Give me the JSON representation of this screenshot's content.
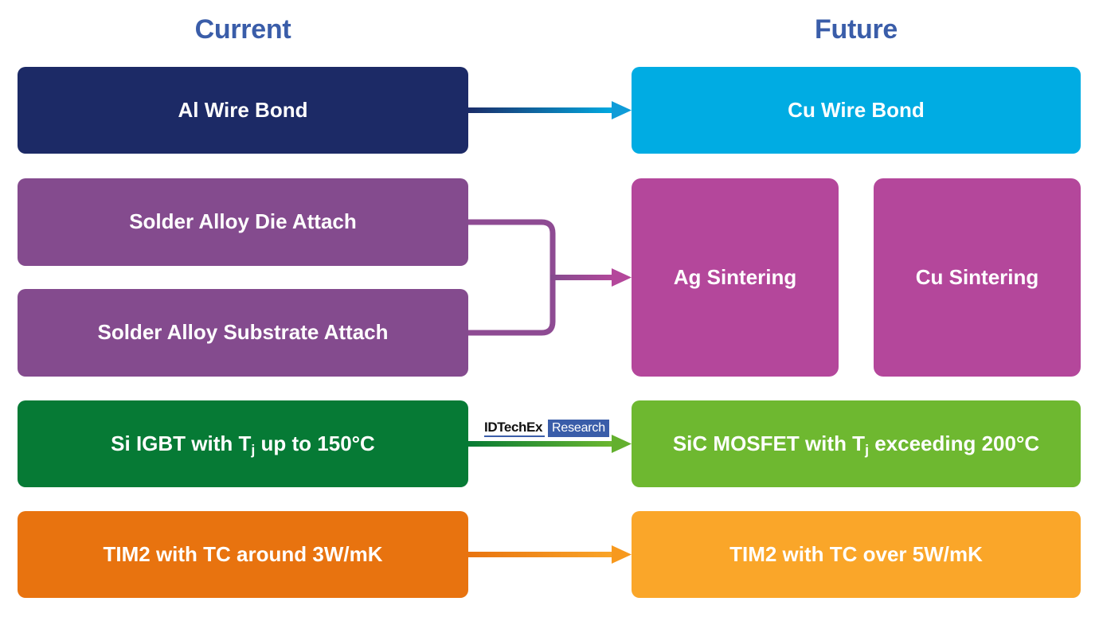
{
  "headers": {
    "current": "Current",
    "future": "Future",
    "title_color": "#3a5da9"
  },
  "rows": [
    {
      "id": "wire-bond",
      "current": {
        "label": "Al Wire Bond",
        "color": "#1c2a66"
      },
      "future": [
        {
          "label": "Cu Wire Bond",
          "color": "#00ace3"
        }
      ],
      "arrow": {
        "type": "straight",
        "from_color": "#1c2a66",
        "to_color": "#00ace3"
      }
    },
    {
      "id": "die-attach",
      "current": [
        {
          "label": "Solder Alloy Die Attach",
          "color": "#844b8e"
        },
        {
          "label": "Solder Alloy Substrate Attach",
          "color": "#844b8e"
        }
      ],
      "future": [
        {
          "label": "Ag Sintering",
          "color": "#b4479b"
        },
        {
          "label": "Cu Sintering",
          "color": "#b4479b"
        }
      ],
      "arrow": {
        "type": "merge-bracket",
        "from_color": "#844b8e",
        "to_color": "#b4479b"
      }
    },
    {
      "id": "device",
      "current": {
        "label_pre": "Si IGBT with T",
        "label_sub": "j",
        "label_post": " up to 150°C",
        "color": "#067a35"
      },
      "future": [
        {
          "label_pre": "SiC MOSFET with T",
          "label_sub": "j",
          "label_post": " exceeding 200°C",
          "color": "#6eb830"
        }
      ],
      "arrow": {
        "type": "straight",
        "from_color": "#067a35",
        "to_color": "#6eb830"
      }
    },
    {
      "id": "tim2",
      "current": {
        "label": "TIM2 with TC around 3W/mK",
        "color": "#e8730f"
      },
      "future": [
        {
          "label": "TIM2 with TC over 5W/mK",
          "color": "#faa629"
        }
      ],
      "arrow": {
        "type": "straight",
        "from_color": "#e8730f",
        "to_color": "#faa629"
      }
    }
  ],
  "nodes": {
    "al_wire_bond": "Al Wire Bond",
    "cu_wire_bond": "Cu Wire Bond",
    "solder_die_attach": "Solder Alloy Die Attach",
    "solder_substrate_attach": "Solder Alloy Substrate Attach",
    "ag_sintering": "Ag Sintering",
    "cu_sintering": "Cu Sintering",
    "si_igbt_pre": "Si IGBT with T",
    "si_igbt_sub": "j",
    "si_igbt_post": " up to 150°C",
    "sic_mosfet_pre": "SiC MOSFET with T",
    "sic_mosfet_sub": "j",
    "sic_mosfet_post": " exceeding 200°C",
    "tim2_current": "TIM2 with TC around 3W/mK",
    "tim2_future": "TIM2 with TC over 5W/mK"
  },
  "colors": {
    "al_wire_bond": "#1c2a66",
    "cu_wire_bond": "#00ace3",
    "solder_purple": "#844b8e",
    "sintering_magenta": "#b4479b",
    "si_igbt_green": "#067a35",
    "sic_mosfet_green": "#6eb830",
    "tim2_orange_dark": "#e8730f",
    "tim2_orange_light": "#faa629",
    "background": "#ffffff",
    "text_on_node": "#ffffff"
  },
  "watermark": {
    "brand": "IDTechEx",
    "product": "Research",
    "brand_color": "#111111",
    "product_bg": "#3a5da9",
    "product_color": "#ffffff"
  }
}
